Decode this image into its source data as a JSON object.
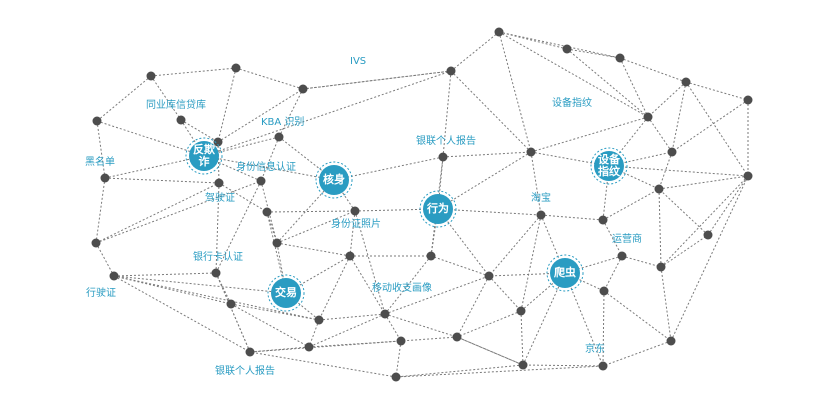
{
  "hubs": [
    {
      "id": "h_fanqizha",
      "lines": [
        "反欺",
        "诈"
      ]
    },
    {
      "id": "h_heshen",
      "lines": [
        "核身"
      ]
    },
    {
      "id": "h_xingwei",
      "lines": [
        "行为"
      ]
    },
    {
      "id": "h_shebei",
      "lines": [
        "设备",
        "指纹"
      ]
    },
    {
      "id": "h_jiaoyi",
      "lines": [
        "交易"
      ]
    },
    {
      "id": "h_pachong",
      "lines": [
        "爬虫"
      ]
    }
  ],
  "labels": [
    {
      "id": "ivs",
      "text": "IVS"
    },
    {
      "id": "tonghang",
      "text": "同业库信贷库"
    },
    {
      "id": "kba",
      "text": "KBA 识别"
    },
    {
      "id": "heimingdan",
      "text": "黑名单"
    },
    {
      "id": "shenfenxinxi",
      "text": "身份信息认证"
    },
    {
      "id": "jiashizheng",
      "text": "驾驶证"
    },
    {
      "id": "shenfenzheng",
      "text": "身份证照片"
    },
    {
      "id": "yinhangka",
      "text": "银行卡认证"
    },
    {
      "id": "xingshizheng",
      "text": "行驶证"
    },
    {
      "id": "yidong",
      "text": "移动收支画像"
    },
    {
      "id": "yinlian_bottom",
      "text": "银联个人报告"
    },
    {
      "id": "yinlian_top",
      "text": "银联个人报告"
    },
    {
      "id": "taobao",
      "text": "淘宝"
    },
    {
      "id": "shebeizhiwen",
      "text": "设备指纹"
    },
    {
      "id": "yunyingshang",
      "text": "运营商"
    },
    {
      "id": "jingdong",
      "text": "京东"
    }
  ]
}
